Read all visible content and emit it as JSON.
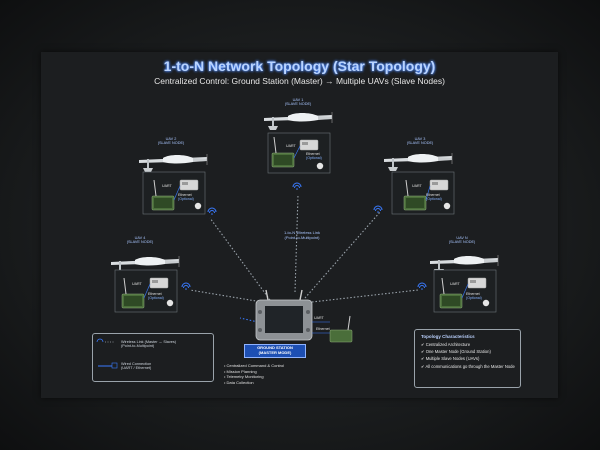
{
  "title": "1-to-N Network Topology (Star Topology)",
  "subtitle": "Centralized Control: Ground Station (Master) → Multiple UAVs (Slave Nodes)",
  "uav_nodes": [
    {
      "name": "UAV 1",
      "role": "(SLAVE NODE)"
    },
    {
      "name": "UAV 2",
      "role": "(SLAVE NODE)"
    },
    {
      "name": "UAV 3",
      "role": "(SLAVE NODE)"
    },
    {
      "name": "UAV 4",
      "role": "(SLAVE NODE)"
    },
    {
      "name": "UAV N",
      "role": "(SLAVE NODE)"
    }
  ],
  "module_labels": {
    "uart": "UART",
    "ethernet": "Ethernet",
    "ethernet_sub": "(Optional)"
  },
  "wireless_link": {
    "line1": "1-to-N Wireless Link",
    "line2": "(Point-to-Multipoint)"
  },
  "ground_station": {
    "title": "GROUND STATION",
    "mode": "(MASTER MODE)",
    "features": [
      "Centralized Command & Control",
      "Mission Planning",
      "Telemetry Monitoring",
      "Data Collection"
    ]
  },
  "legend": {
    "wireless": "Wireless Link (Master → Slaves)",
    "wireless_sub": "(Point-to-Multipoint)",
    "wired": "Wired Connection",
    "wired_sub": "(UART / Ethernet)"
  },
  "topology_features": {
    "heading": "Topology Characteristics",
    "items": [
      "Centralized Architecture",
      "One Master Node (Ground Station)",
      "Multiple Slave Nodes (UAVs)",
      "All communications go through the Master Node"
    ]
  },
  "colors": {
    "accent": "#3a7bff",
    "background": "#1c1e20",
    "link_dots": "#9aa3ab"
  }
}
